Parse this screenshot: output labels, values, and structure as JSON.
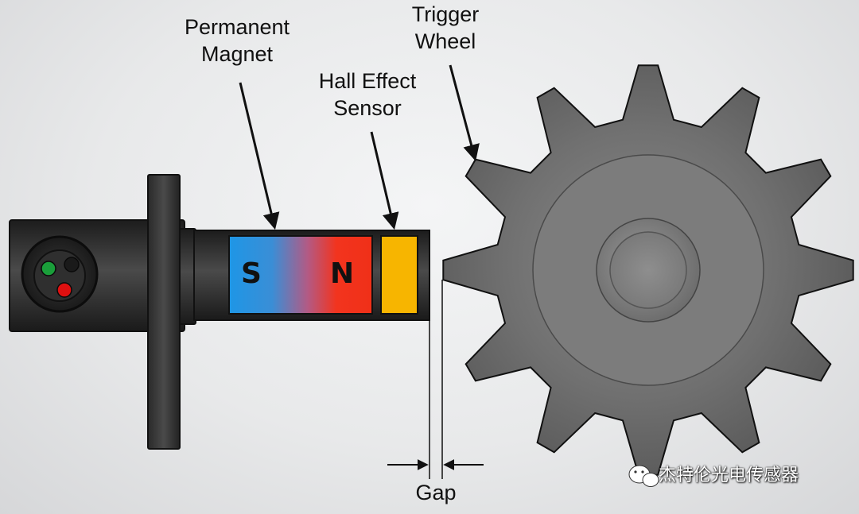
{
  "labels": {
    "permanent_magnet": [
      "Permanent",
      "Magnet"
    ],
    "hall_effect_sensor": [
      "Hall Effect",
      "Sensor"
    ],
    "trigger_wheel": [
      "Trigger",
      "Wheel"
    ],
    "gap": "Gap"
  },
  "magnet_poles": {
    "south": "S",
    "north": "N"
  },
  "watermark": {
    "text": "杰特伦光电传感器",
    "icon": "wechat-icon"
  },
  "colors": {
    "magnet_south": "#1e90e0",
    "magnet_north": "#f2301c",
    "sensor": "#f7b500",
    "body": "#2a2a2a",
    "wheel": "#6e6e6e",
    "connector_pins": [
      "#1a9e3a",
      "#1a1a1a",
      "#e01010"
    ]
  }
}
